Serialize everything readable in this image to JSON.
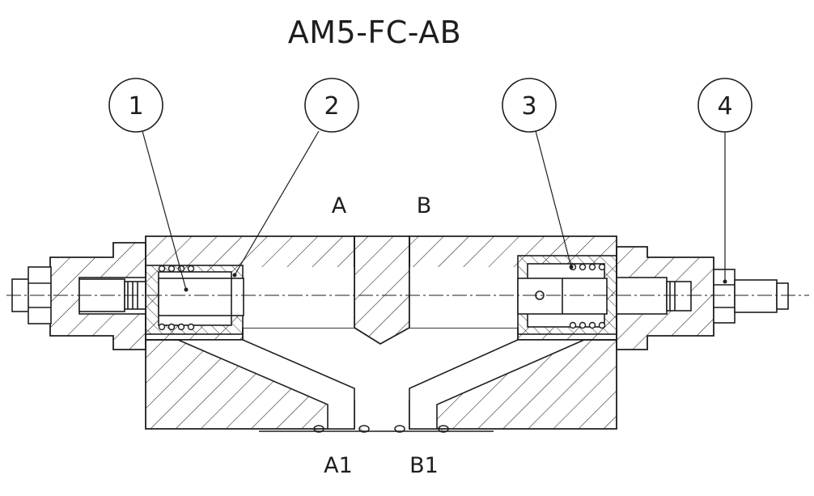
{
  "title": "AM5-FC-AB",
  "callouts": [
    {
      "number": "1"
    },
    {
      "number": "2"
    },
    {
      "number": "3"
    },
    {
      "number": "4"
    }
  ],
  "ports": {
    "a": "A",
    "b": "B",
    "a1": "A1",
    "b1": "B1"
  },
  "colors": {
    "line": "#1e1e1e",
    "background": "#ffffff"
  }
}
